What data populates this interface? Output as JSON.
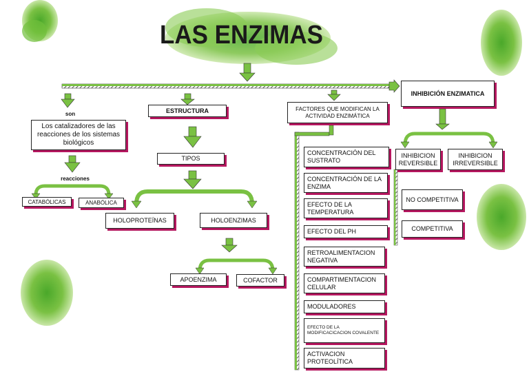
{
  "title": "LAS ENZIMAS",
  "labels": {
    "son": "son",
    "reacciones": "reacciones"
  },
  "nodes": {
    "catalizadores": "Los catalizadores de las reacciones de los sistemas biológicos",
    "catabolicas": "CATABÓLICAS",
    "anabolica": "ANABÓLICA",
    "estructura": "ESTRUCTURA",
    "tipos": "TIPOS",
    "holoproteinas": "HOLOPROTEÍNAS",
    "holoenzimas": "HOLOENZIMAS",
    "apoenzima": "APOENZIMA",
    "cofactor": "COFACTOR",
    "factores": "FACTORES QUE MODIFICAN LA ACTIVIDAD ENZIMÁTICA",
    "inhibicion": "INHIBICIÓN ENZIMATICA",
    "reversible": "INHIBICION REVERSIBLE",
    "irreversible": "INHIBICION IRREVERSIBLE",
    "no_competitiva": "NO COMPETITIVA",
    "competitiva": "COMPETITIVA"
  },
  "factores_list": [
    "CONCENTRACIÓN DEL SUSTRATO",
    "CONCENTRACIÓN DE LA ENZIMA",
    "EFECTO DE LA TEMPERATURA",
    "EFECTO DEL PH",
    "RETROALIMENTACION NEGATIVA",
    "COMPARTIMENTACION CELULAR",
    "MODULADORES",
    "EFECTO DE LA MODIFICACICACION COVALENTE",
    "ACTIVACION PROTEOLÍTICA"
  ],
  "colors": {
    "arrow_green": "#7ac143",
    "shadow_magenta": "#b5175f",
    "splash_green": "#6fbf3a"
  }
}
